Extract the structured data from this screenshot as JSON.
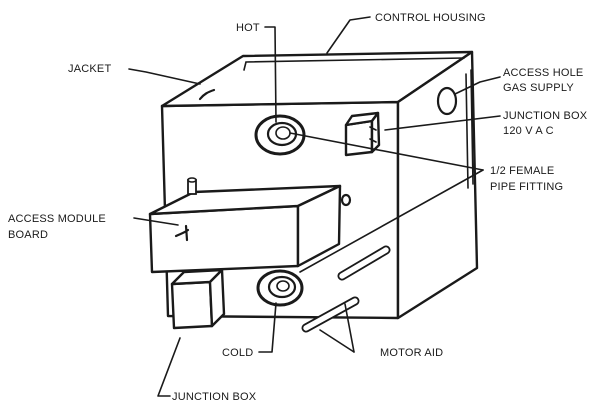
{
  "labels": {
    "hot": "HOT",
    "control_housing": "CONTROL HOUSING",
    "jacket": "JACKET",
    "access_hole_line1": "ACCESS HOLE",
    "access_hole_line2": "GAS SUPPLY",
    "junction_box_top_line1": "JUNCTION BOX",
    "junction_box_top_line2": "120 V A C",
    "female_fitting_line1": "1/2 FEMALE",
    "female_fitting_line2": "PIPE FITTING",
    "access_module_line1": "ACCESS MODULE",
    "access_module_line2": "BOARD",
    "cold": "COLD",
    "motor_aid": "MOTOR AID",
    "junction_box_bottom": "JUNCTION BOX"
  }
}
